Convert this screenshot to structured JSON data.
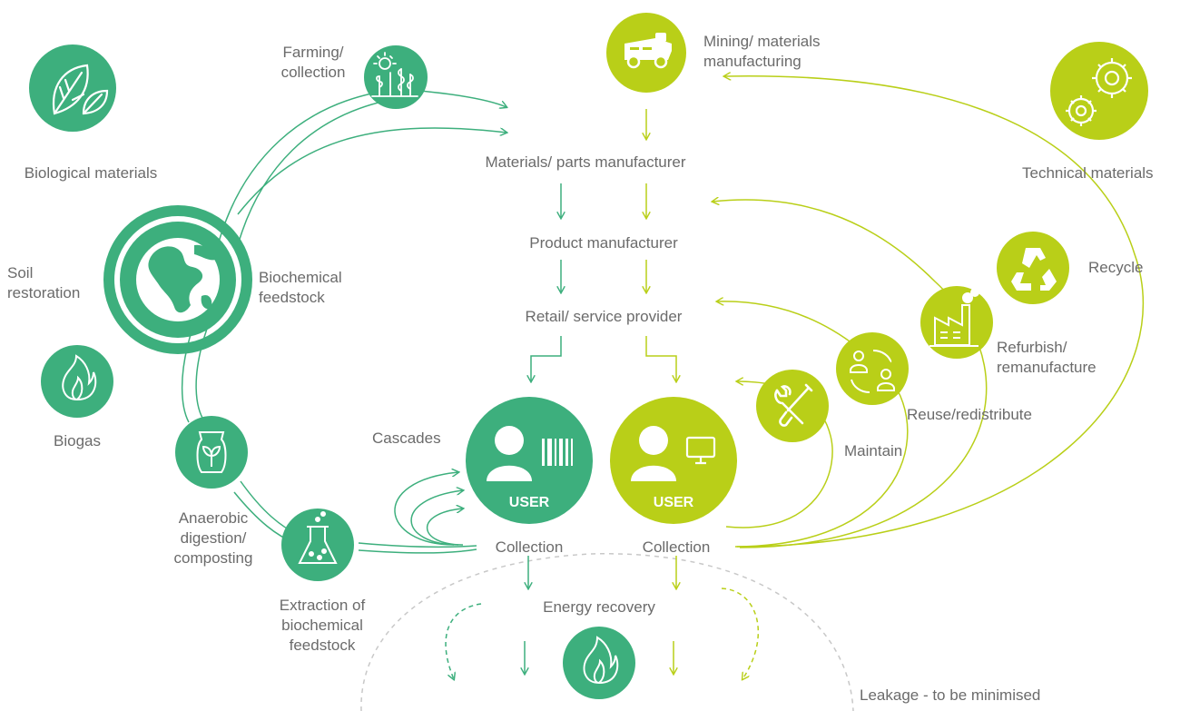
{
  "colors": {
    "biological": "#3daf7d",
    "technical": "#b9cf18",
    "leakage": "#c8c8c8",
    "text": "#6b6b6b"
  },
  "biological": {
    "title": "Biological materials",
    "farming_line1": "Farming/",
    "farming_line2": "collection",
    "biochem_line1": "Biochemical",
    "biochem_line2": "feedstock",
    "soil_line1": "Soil",
    "soil_line2": "restoration",
    "biogas": "Biogas",
    "anaerobic_line1": "Anaerobic",
    "anaerobic_line2": "digestion/",
    "anaerobic_line3": "composting",
    "extraction_line1": "Extraction of",
    "extraction_line2": "biochemical",
    "extraction_line3": "feedstock",
    "cascades": "Cascades"
  },
  "center": {
    "mining_line1": "Mining/ materials",
    "mining_line2": "manufacturing",
    "materials_parts": "Materials/ parts manufacturer",
    "product_manufacturer": "Product manufacturer",
    "retail": "Retail/ service provider",
    "user_bio_badge": "USER",
    "user_tech_badge": "USER",
    "collection_bio": "Collection",
    "collection_tech": "Collection",
    "energy_recovery": "Energy recovery",
    "leakage": "Leakage - to be minimised"
  },
  "technical": {
    "title": "Technical materials",
    "recycle": "Recycle",
    "refurbish_line1": "Refurbish/",
    "refurbish_line2": "remanufacture",
    "reuse": "Reuse/redistribute",
    "maintain": "Maintain"
  },
  "icons": {
    "leaf": "leaf-icon",
    "globe": "globe-icon",
    "flame": "flame-icon",
    "seed_bag": "seed-bag-icon",
    "flask": "flask-icon",
    "crops": "crops-sun-icon",
    "truck": "mining-truck-icon",
    "gears": "gears-icon",
    "recycle": "recycle-icon",
    "factory": "factory-icon",
    "people": "people-exchange-icon",
    "tools": "tools-icon",
    "user_barcode": "user-barcode-icon",
    "user_monitor": "user-monitor-icon"
  }
}
